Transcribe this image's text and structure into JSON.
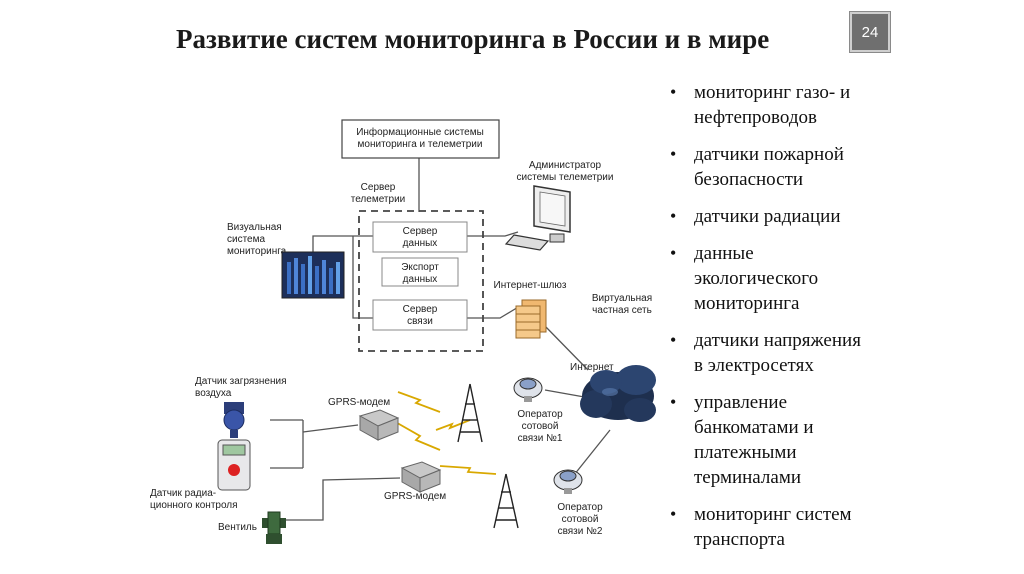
{
  "slide": {
    "title": "Развитие систем  мониторинга в России и в мире",
    "page_number": "24"
  },
  "bullets": [
    [
      "мониторинг газо- и",
      " нефтепроводов"
    ],
    [
      "датчики пожарной",
      "безопасности"
    ],
    [
      "датчики радиации"
    ],
    [
      "данные",
      "экологического",
      "мониторинга"
    ],
    [
      "датчики  напряжения",
      "в электросетях"
    ],
    [
      " управление",
      "банкоматами и",
      "платежными",
      "терминалами"
    ],
    [
      "мониторинг систем",
      "транспорта"
    ]
  ],
  "diagram": {
    "info_systems": [
      "Информационные системы",
      "мониторинга и телеметрии"
    ],
    "telemetry_server": [
      "Сервер",
      "телеметрии"
    ],
    "data_server": [
      "Сервер",
      "данных"
    ],
    "data_export": [
      "Экспорт",
      "данных"
    ],
    "comm_server": [
      "Сервер",
      "связи"
    ],
    "administrator": [
      "Администратор",
      "системы телеметрии"
    ],
    "visual_system": [
      "Визуальная",
      "система",
      "мониторинга"
    ],
    "internet_gateway": "Интернет-шлюз",
    "virtual_network": [
      "Виртуальная",
      "частная сеть"
    ],
    "internet": "Интернет",
    "air_sensor": [
      "Датчик загрязнения",
      "воздуха"
    ],
    "gprs_modem_1": "GPRS-модем",
    "gprs_modem_2": "GPRS-модем",
    "operator_1": [
      "Оператор",
      "сотовой",
      "связи №1"
    ],
    "operator_2": [
      "Оператор",
      "сотовой",
      "связи №2"
    ],
    "radiation_sensor": [
      "Датчик радиа-",
      "ционного контроля"
    ],
    "valve": "Вентиль"
  }
}
